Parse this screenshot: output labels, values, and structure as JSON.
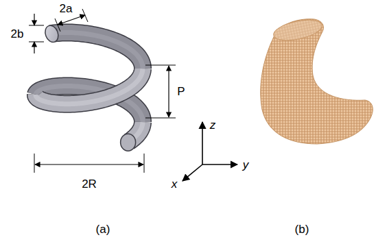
{
  "diagram": {
    "labels": [
      "2a",
      "2b",
      "P",
      "2R",
      "z",
      "y",
      "x",
      "(a)",
      "(b)"
    ]
  }
}
